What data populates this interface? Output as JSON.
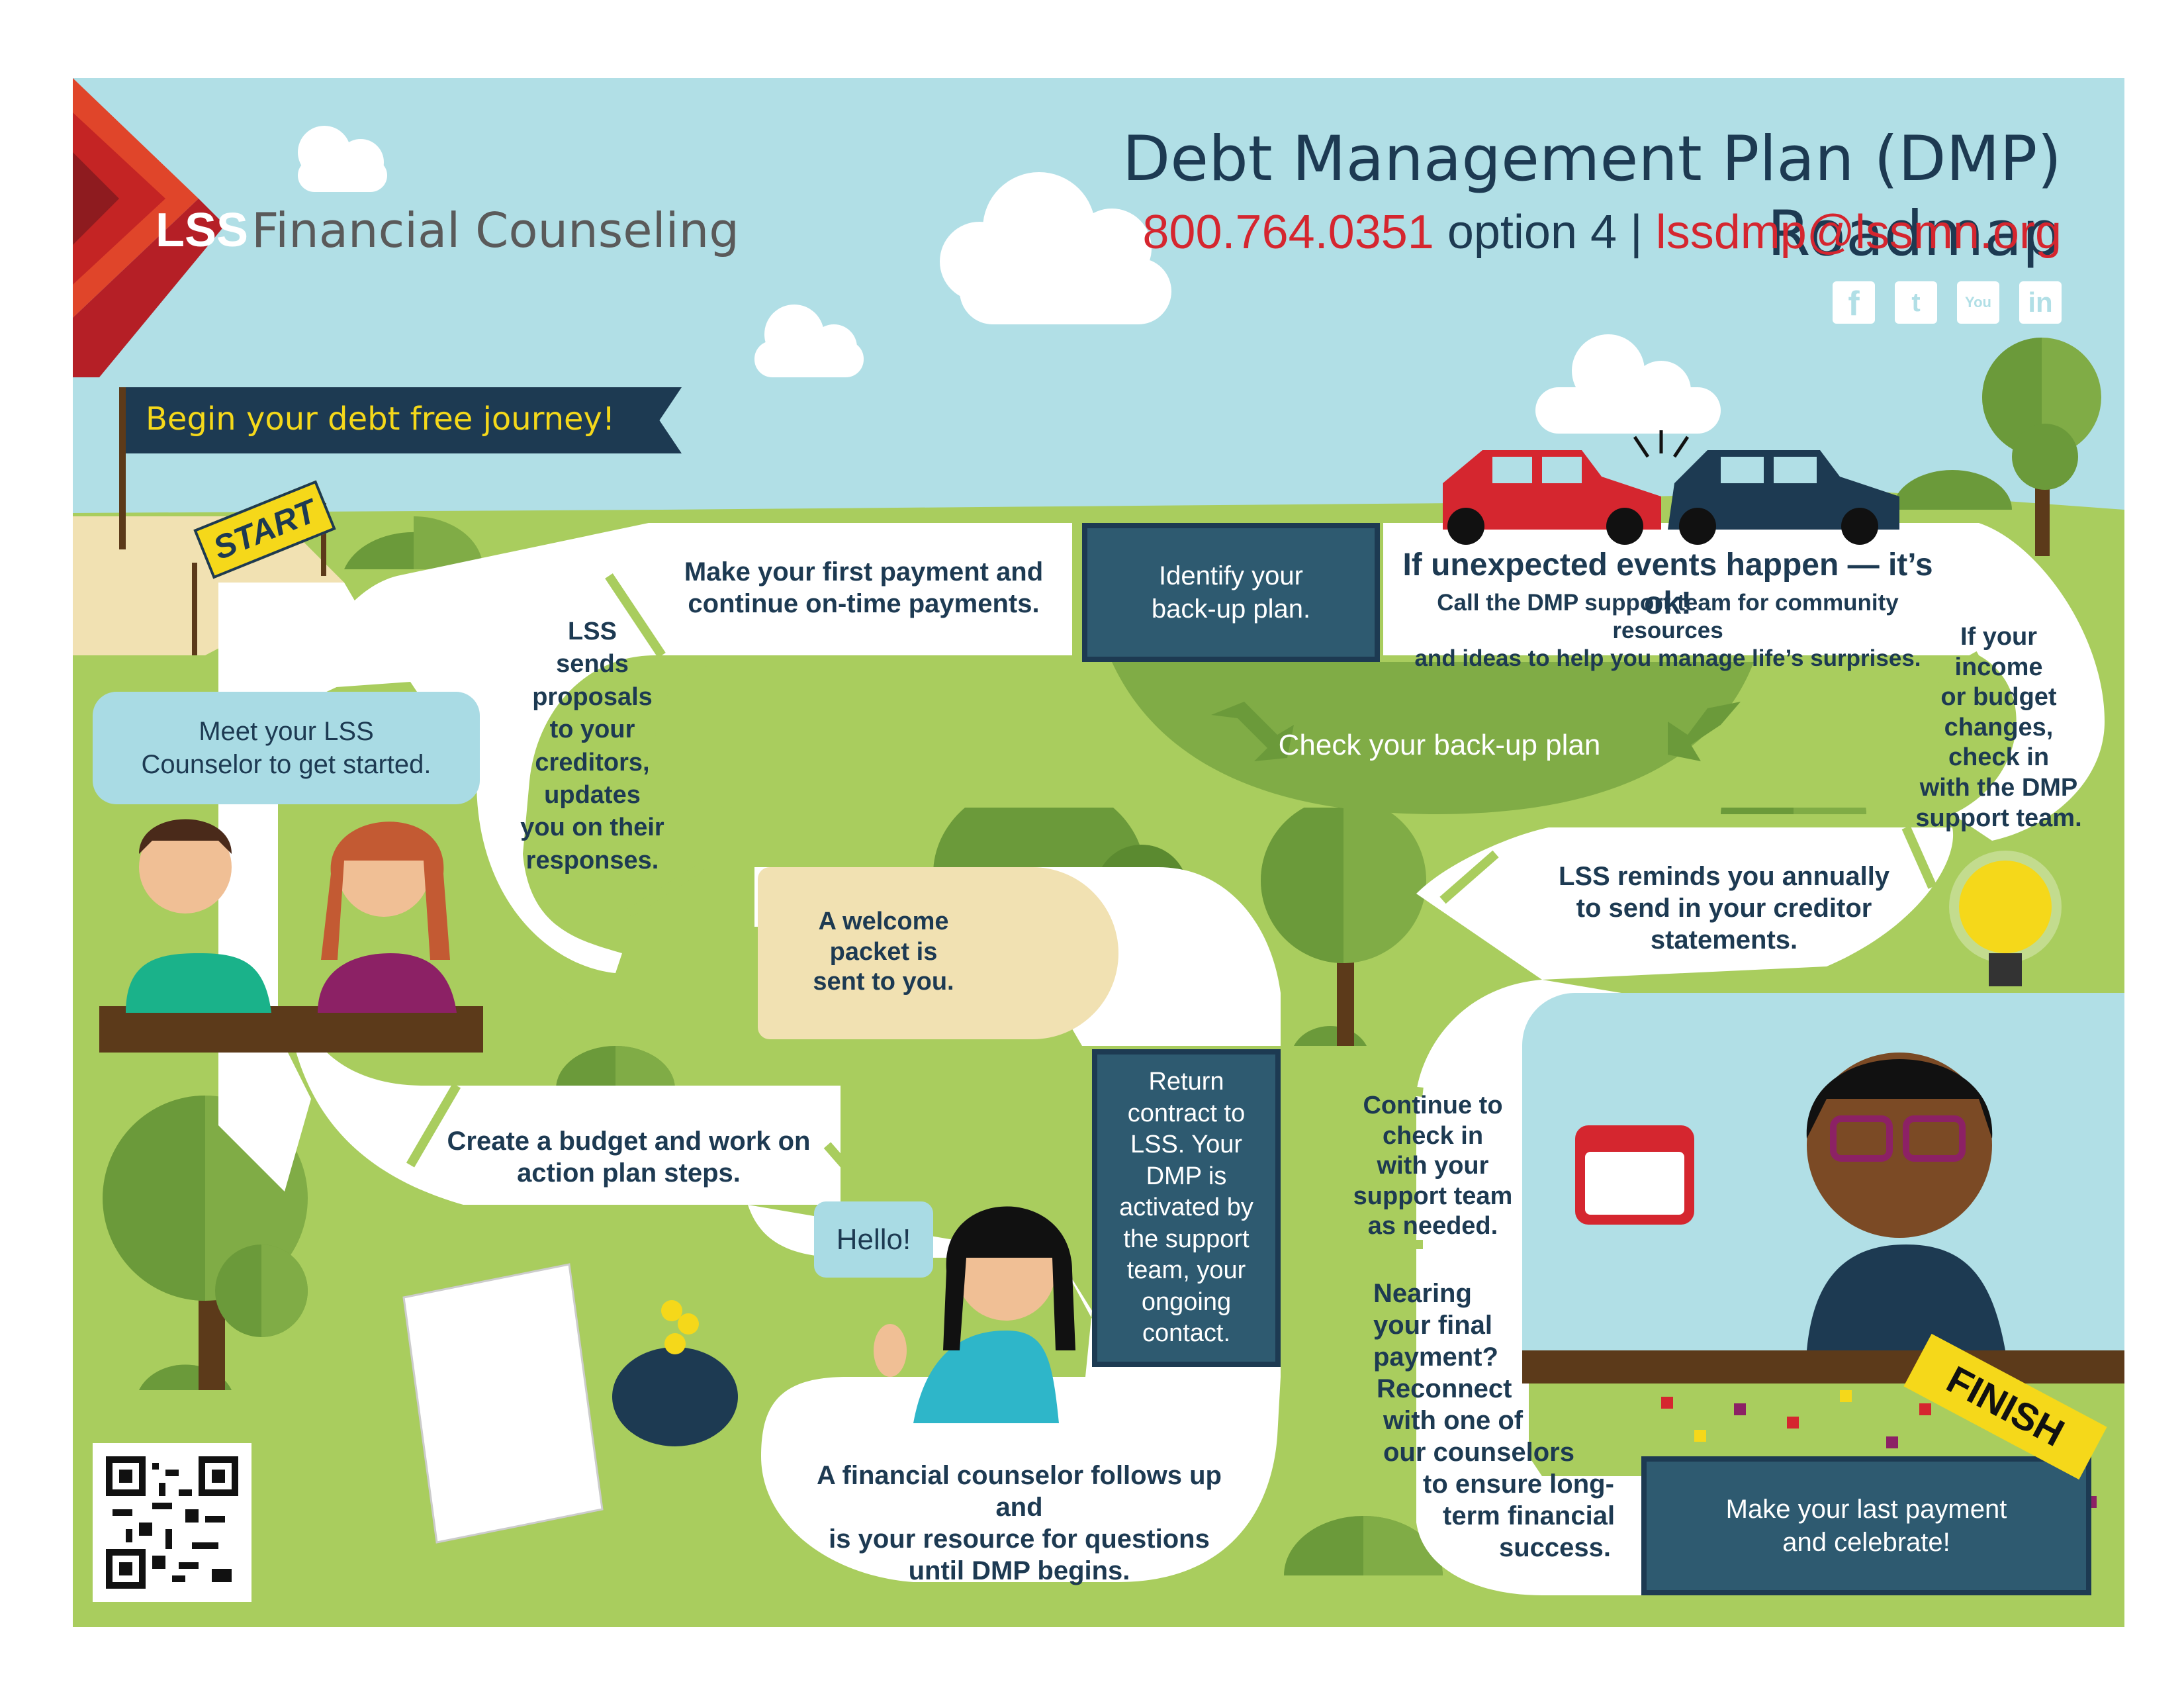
{
  "header": {
    "brand_short": "LSS",
    "brand_name": "Financial Counseling",
    "title": "Debt Management Plan (DMP) Roadmap",
    "phone": "800.764.0351",
    "phone_option": " option 4 | ",
    "email": "lssdmp@lssmn.org",
    "social": [
      "facebook-icon",
      "twitter-icon",
      "youtube-icon",
      "linkedin-icon"
    ],
    "social_glyphs": [
      "f",
      "t",
      "You",
      "in"
    ]
  },
  "banner": {
    "label": "Begin your debt free journey!"
  },
  "start_sign": "START",
  "finish_sign": "FINISH",
  "steps": {
    "meet": "Meet your LSS Counselor to get started.",
    "budget": "Create a budget and work on action plan steps.",
    "proposals": [
      "LSS",
      "sends",
      "proposals",
      "to your",
      "creditors,",
      "updates",
      "you on their",
      "responses."
    ],
    "welcome": [
      "A welcome",
      "packet is",
      "sent to you."
    ],
    "hello": "Hello!",
    "counselor_follow": [
      "A financial counselor follows up and",
      "is your resource for questions",
      "until DMP begins."
    ],
    "return_contract": [
      "Return",
      "contract to",
      "LSS. Your",
      "DMP is",
      "activated by",
      "the support",
      "team, your",
      "ongoing",
      "contact."
    ],
    "first_payment": [
      "Make your first payment and",
      "continue on-time payments."
    ],
    "identify_backup": [
      "Identify your",
      "back-up plan."
    ],
    "unexpected_title": "If unexpected events happen — it’s ok!",
    "unexpected_body": [
      "Call the DMP support team for community resources",
      "and ideas to help you manage life’s surprises."
    ],
    "check_backup": "Check your back-up plan",
    "income_change": [
      "If your",
      "income",
      "or budget",
      "changes,",
      "check in",
      "with the DMP",
      "support team."
    ],
    "annual_reminder": [
      "LSS reminds you annually",
      "to send in your creditor",
      "statements."
    ],
    "continue_checkin": [
      "Continue to",
      "check in",
      "with your",
      "support team",
      "as needed."
    ],
    "nearing_final": [
      "Nearing",
      "your final",
      "payment?",
      "Reconnect",
      "with one of",
      "our counselors",
      "to ensure long-",
      "term financial",
      "success."
    ],
    "last_payment": [
      "Make your last payment",
      "and celebrate!"
    ]
  },
  "colors": {
    "sky": "#b1dfe6",
    "grass": "#a9cd5e",
    "path": "#ffffff",
    "navy": "#1d3a52",
    "box": "#2e5a70",
    "brand_red": "#d5262f",
    "yellow": "#f5d81a"
  }
}
